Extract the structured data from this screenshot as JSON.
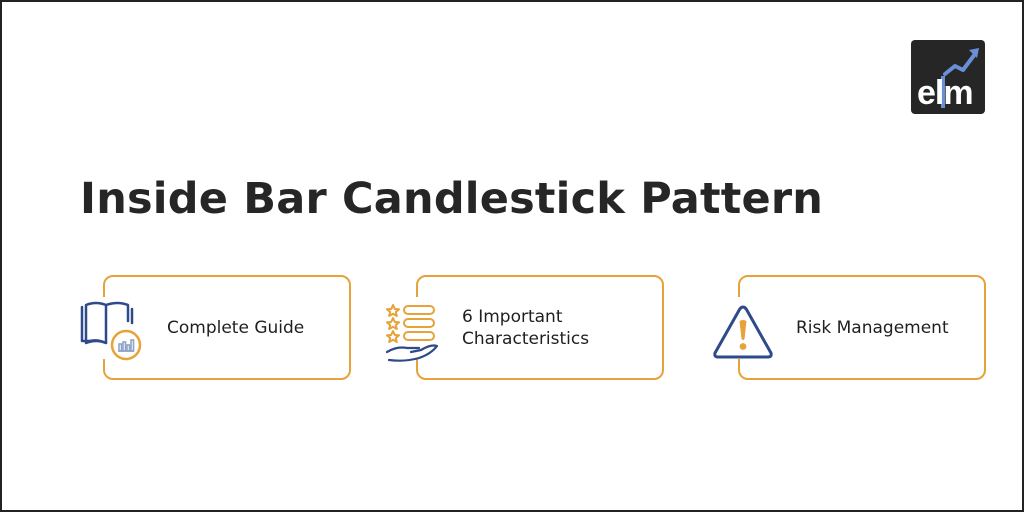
{
  "brand": {
    "logo_text": "elm",
    "logo_icon": "trend-arrow-icon",
    "colors": {
      "logo_bg": "#262626",
      "logo_accent": "#6A8FD6"
    }
  },
  "title": "Inside Bar Candlestick Pattern",
  "colors": {
    "card_border": "#E8A23A",
    "icon_blue": "#2E4A8A",
    "icon_orange": "#E8A23A",
    "title": "#262626",
    "frame_border": "#222222"
  },
  "cards": [
    {
      "label": "Complete Guide",
      "icon": "book-chart-icon"
    },
    {
      "label_line1": "6 Important",
      "label_line2": "Characteristics",
      "icon": "star-checklist-hand-icon"
    },
    {
      "label": "Risk Management",
      "icon": "warning-triangle-icon"
    }
  ]
}
